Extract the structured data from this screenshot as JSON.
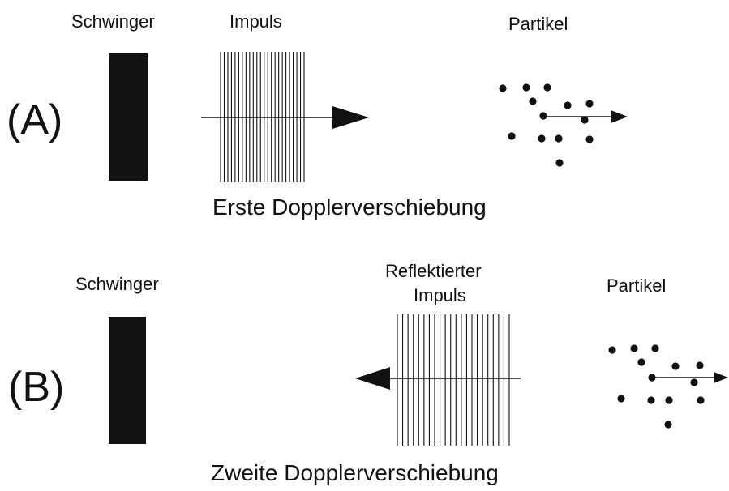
{
  "panel_a": {
    "id_label": "(A)",
    "transducer_label": "Schwinger",
    "pulse_label": "Impuls",
    "particle_label": "Partikel",
    "caption": "Erste Dopplerverschiebung"
  },
  "panel_b": {
    "id_label": "(B)",
    "transducer_label": "Schwinger",
    "pulse_label_line1": "Reflektierter",
    "pulse_label_line2": "Impuls",
    "particle_label": "Partikel",
    "caption": "Zweite Dopplerverschiebung"
  },
  "colors": {
    "ink": "#111111",
    "background": "#ffffff"
  }
}
